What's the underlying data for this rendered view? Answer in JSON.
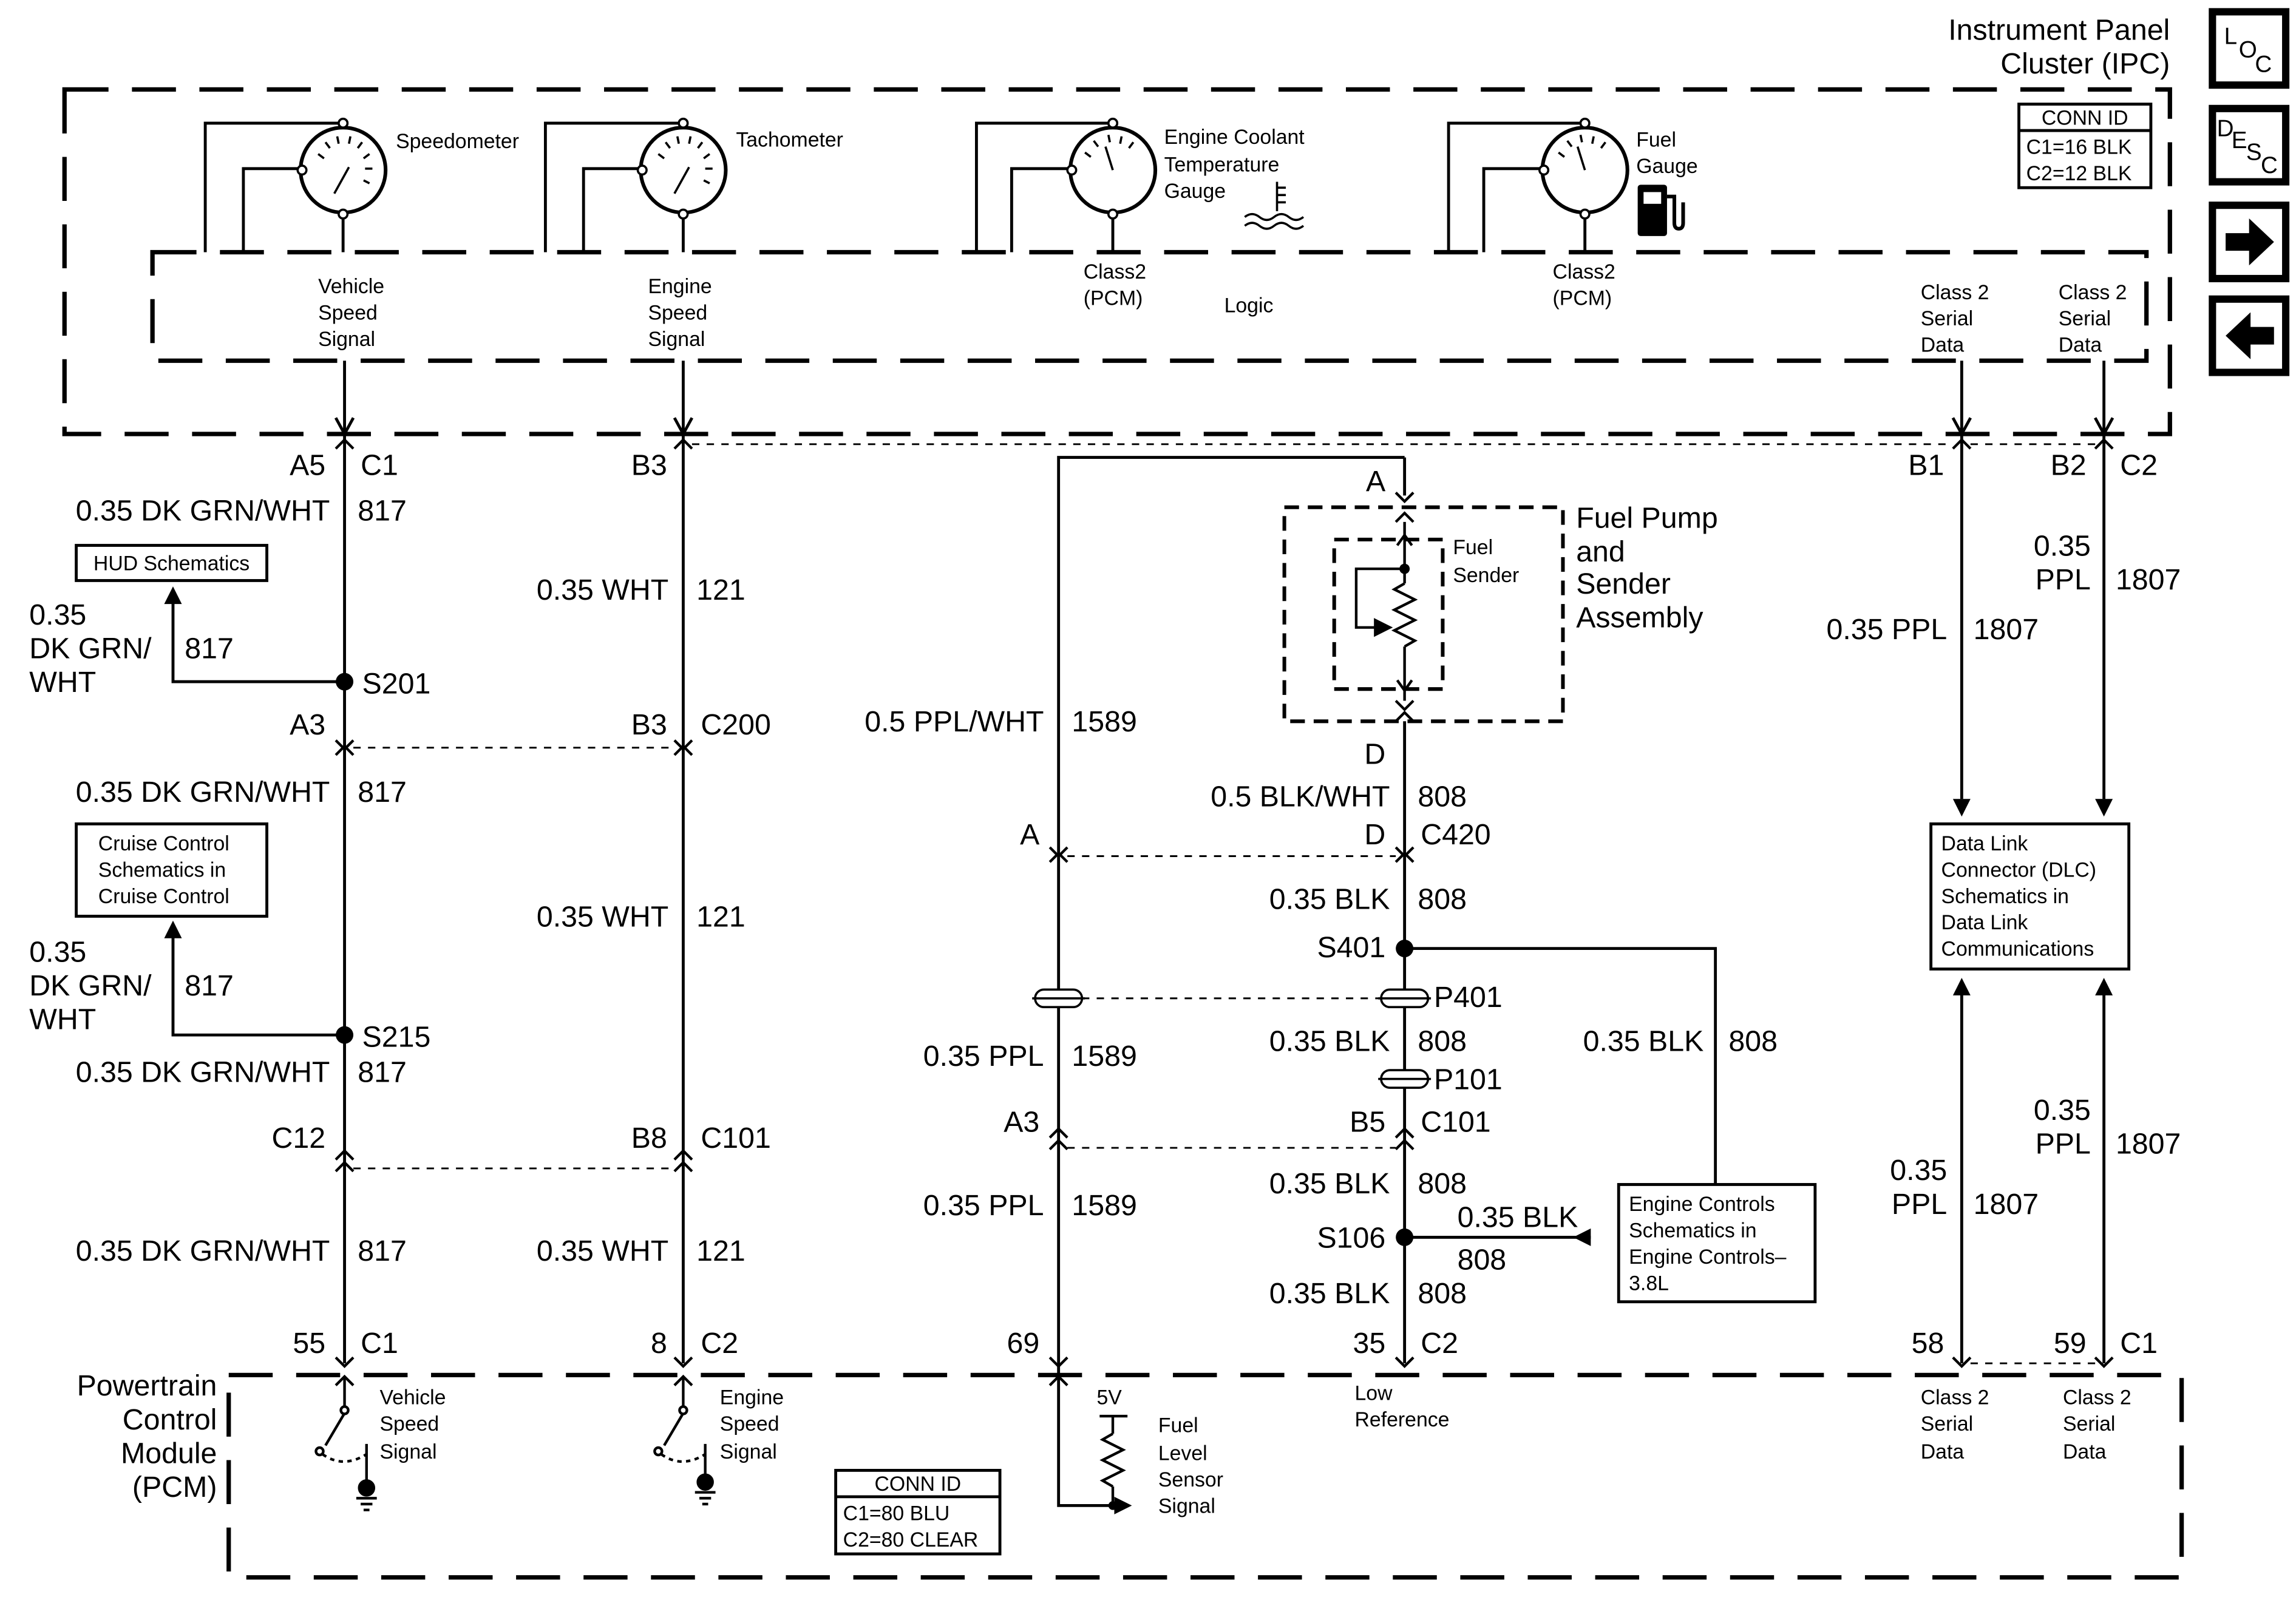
{
  "ipc": {
    "title1": "Instrument Panel",
    "title2": "Cluster (IPC)"
  },
  "nav": {
    "loc": [
      "L",
      "O",
      "C"
    ],
    "desc": [
      "D",
      "E",
      "S",
      "C"
    ],
    "next": "next-arrow",
    "prev": "prev-arrow"
  },
  "conn_ipc": {
    "title": "CONN ID",
    "c1": "C1=16 BLK",
    "c2": "C2=12 BLK"
  },
  "conn_pcm": {
    "title": "CONN ID",
    "c1": "C1=80 BLU",
    "c2": "C2=80 CLEAR"
  },
  "gauges": {
    "speedo": "Speedometer",
    "tach": "Tachometer",
    "coolant": [
      "Engine Coolant",
      "Temperature",
      "Gauge"
    ],
    "fuel": [
      "Fuel",
      "Gauge"
    ]
  },
  "ipc_inner": {
    "vss": [
      "Vehicle",
      "Speed",
      "Signal"
    ],
    "ess": [
      "Engine",
      "Speed",
      "Signal"
    ],
    "cls_a": [
      "Class2",
      "(PCM)"
    ],
    "logic": "Logic",
    "cls_b": [
      "Class2",
      "(PCM)"
    ],
    "sd1": [
      "Class 2",
      "Serial",
      "Data"
    ],
    "sd2": [
      "Class 2",
      "Serial",
      "Data"
    ]
  },
  "pins": {
    "a5": "A5",
    "c1_top": "C1",
    "b3_top": "B3",
    "b1": "B1",
    "b2": "B2",
    "c2_top": "C2",
    "a3_left": "A3",
    "b3_mid": "B3",
    "c200": "C200",
    "c12": "C12",
    "b8": "B8",
    "c101_left": "C101",
    "a_top": "A",
    "d_top": "D",
    "a_c420": "A",
    "d_c420": "D",
    "c420": "C420",
    "a3_mid": "A3",
    "b5": "B5",
    "c101_mid": "C101",
    "p55": "55",
    "p55c": "C1",
    "p8": "8",
    "p8c": "C2",
    "p69": "69",
    "p35": "35",
    "p35c": "C2",
    "p58": "58",
    "p59": "59",
    "p59c": "C1"
  },
  "wires": {
    "w817_a": "0.35 DK GRN/WHT",
    "n817_a": "817",
    "w817_b": "0.35 DK GRN/WHT",
    "n817_b": "817",
    "w817_c": "0.35 DK GRN/WHT",
    "n817_c": "817",
    "w817_d": "0.35 DK GRN/WHT",
    "n817_d": "817",
    "hud_branch": [
      "0.35",
      "DK GRN/",
      "WHT"
    ],
    "hud_num": "817",
    "cruise_branch": [
      "0.35",
      "DK GRN/",
      "WHT"
    ],
    "cruise_num": "817",
    "w121_a": "0.35 WHT",
    "n121_a": "121",
    "w121_b": "0.35 WHT",
    "n121_b": "121",
    "w121_c": "0.35 WHT",
    "n121_c": "121",
    "w1589_a": "0.5 PPL/WHT",
    "n1589_a": "1589",
    "w1589_b": "0.35 PPL",
    "n1589_b": "1589",
    "w1589_c": "0.35 PPL",
    "n1589_c": "1589",
    "w808_a": "0.5 BLK/WHT",
    "n808_a": "808",
    "w808_b": "0.35 BLK",
    "n808_b": "808",
    "w808_c": "0.35 BLK",
    "n808_c": "808",
    "w808_d": "0.35 BLK",
    "n808_d": "808",
    "w808_e": "0.35 BLK",
    "n808_e": "808",
    "w808_s401": "0.35 BLK",
    "n808_s401": "808",
    "w808_s106": "0.35 BLK",
    "n808_s106": "808",
    "w1807_a": "0.35 PPL",
    "n1807_a": "1807",
    "w1807_b": [
      "0.35",
      "PPL"
    ],
    "n1807_b": "1807",
    "w1807_c": [
      "0.35",
      "PPL"
    ],
    "n1807_c": "1807",
    "w1807_d": [
      "0.35",
      "PPL"
    ],
    "n1807_d": "1807"
  },
  "splices": {
    "s201": "S201",
    "s215": "S215",
    "s401": "S401",
    "s106": "S106",
    "p401": "P401",
    "p101": "P101"
  },
  "refs": {
    "hud": "HUD Schematics",
    "cruise": [
      "Cruise Control",
      "Schematics in",
      "Cruise Control"
    ],
    "dlc": [
      "Data Link",
      "Connector (DLC)",
      "Schematics in",
      "Data Link",
      "Communications"
    ],
    "ecm": [
      "Engine Controls",
      "Schematics in",
      "Engine Controls–",
      "3.8L"
    ]
  },
  "fuel_pump": {
    "title": [
      "Fuel Pump",
      "and",
      "Sender",
      "Assembly"
    ],
    "sender": [
      "Fuel",
      "Sender"
    ]
  },
  "pcm": {
    "title": [
      "Powertrain",
      "Control",
      "Module",
      "(PCM)"
    ],
    "vss": [
      "Vehicle",
      "Speed",
      "Signal"
    ],
    "ess": [
      "Engine",
      "Speed",
      "Signal"
    ],
    "v5": "5V",
    "fuel": [
      "Fuel",
      "Level",
      "Sensor",
      "Signal"
    ],
    "lowref": [
      "Low",
      "Reference"
    ],
    "sd1": [
      "Class 2",
      "Serial",
      "Data"
    ],
    "sd2": [
      "Class 2",
      "Serial",
      "Data"
    ]
  }
}
